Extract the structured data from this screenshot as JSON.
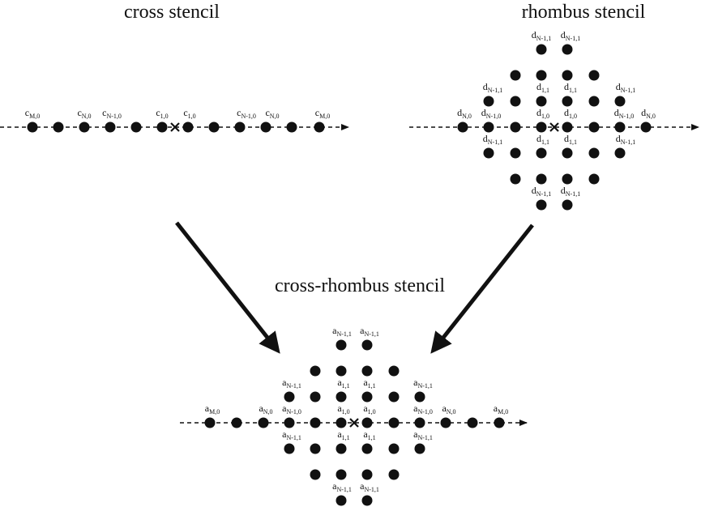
{
  "titles": {
    "cross": "cross stencil",
    "rhombus": "rhombus stencil",
    "combined": "cross-rhombus stencil"
  },
  "colors": {
    "ink": "#111111",
    "background": "#ffffff"
  },
  "cross": {
    "labels": [
      {
        "base": "c",
        "sub": "M,0"
      },
      {
        "base": "c",
        "sub": "N,0"
      },
      {
        "base": "c",
        "sub": "N-1,0"
      },
      {
        "base": "c",
        "sub": "1,0"
      },
      {
        "base": "c",
        "sub": "1,0"
      },
      {
        "base": "c",
        "sub": "N-1,0"
      },
      {
        "base": "c",
        "sub": "N,0"
      },
      {
        "base": "c",
        "sub": "M,0"
      }
    ]
  },
  "rhombus": {
    "labels": [
      {
        "base": "d",
        "sub": "N-1,1"
      },
      {
        "base": "d",
        "sub": "N-1,1"
      },
      {
        "base": "d",
        "sub": "N-1,1"
      },
      {
        "base": "d",
        "sub": "1,1"
      },
      {
        "base": "d",
        "sub": "1,1"
      },
      {
        "base": "d",
        "sub": "N-1,1"
      },
      {
        "base": "d",
        "sub": "N,0"
      },
      {
        "base": "d",
        "sub": "N-1,0"
      },
      {
        "base": "d",
        "sub": "1,0"
      },
      {
        "base": "d",
        "sub": "1,0"
      },
      {
        "base": "d",
        "sub": "N-1,0"
      },
      {
        "base": "d",
        "sub": "N,0"
      },
      {
        "base": "d",
        "sub": "N-1,1"
      },
      {
        "base": "d",
        "sub": "1,1"
      },
      {
        "base": "d",
        "sub": "1,1"
      },
      {
        "base": "d",
        "sub": "N-1,1"
      },
      {
        "base": "d",
        "sub": "N-1,1"
      },
      {
        "base": "d",
        "sub": "N-1,1"
      }
    ]
  },
  "combined": {
    "labels": [
      {
        "base": "a",
        "sub": "N-1,1"
      },
      {
        "base": "a",
        "sub": "N-1,1"
      },
      {
        "base": "a",
        "sub": "N-1,1"
      },
      {
        "base": "a",
        "sub": "1,1"
      },
      {
        "base": "a",
        "sub": "1,1"
      },
      {
        "base": "a",
        "sub": "N-1,1"
      },
      {
        "base": "a",
        "sub": "M,0"
      },
      {
        "base": "a",
        "sub": "N,0"
      },
      {
        "base": "a",
        "sub": "N-1,0"
      },
      {
        "base": "a",
        "sub": "1,0"
      },
      {
        "base": "a",
        "sub": "1,0"
      },
      {
        "base": "a",
        "sub": "N-1,0"
      },
      {
        "base": "a",
        "sub": "N,0"
      },
      {
        "base": "a",
        "sub": "M,0"
      },
      {
        "base": "a",
        "sub": "N-1,1"
      },
      {
        "base": "a",
        "sub": "1,1"
      },
      {
        "base": "a",
        "sub": "1,1"
      },
      {
        "base": "a",
        "sub": "N-1,1"
      },
      {
        "base": "a",
        "sub": "N-1,1"
      },
      {
        "base": "a",
        "sub": "N-1,1"
      }
    ]
  }
}
